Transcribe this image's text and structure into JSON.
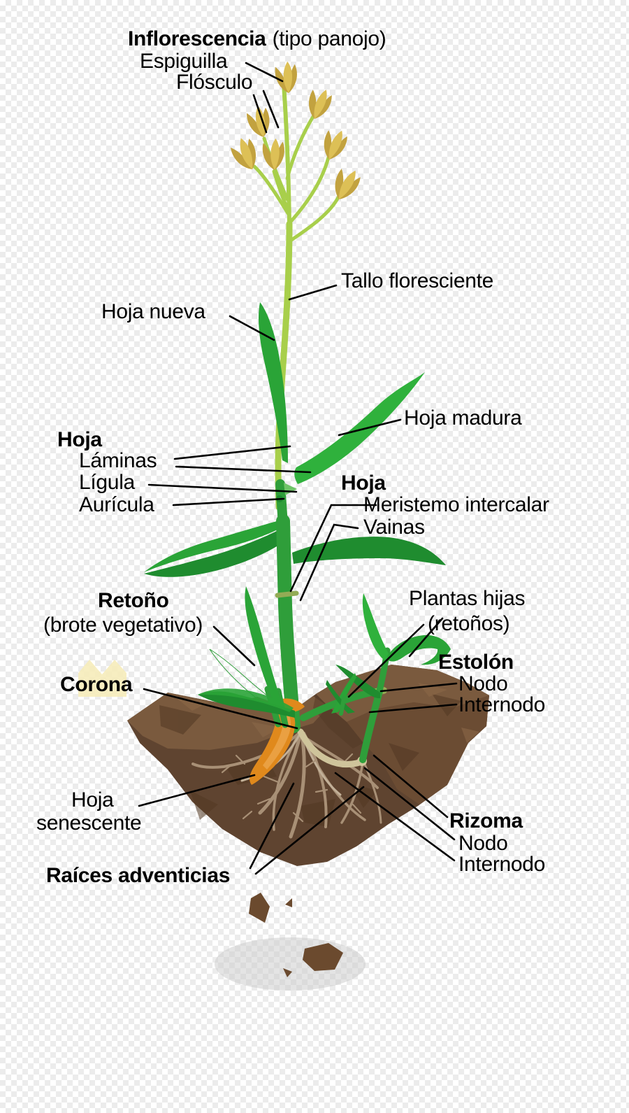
{
  "labels": {
    "inflorescencia": "Inflorescencia",
    "inflorescencia_tipo": "(tipo panojo)",
    "espiguilla": "Espiguilla",
    "flosculo": "Flósculo",
    "tallo_floresciente": "Tallo floresciente",
    "hoja_nueva": "Hoja nueva",
    "hoja_madura": "Hoja madura",
    "hoja_izquierda": "Hoja",
    "laminas": "Láminas",
    "ligula": "Lígula",
    "auricula": "Aurícula",
    "hoja_derecha": "Hoja",
    "meristemo_intercalar": "Meristemo intercalar",
    "vainas": "Vainas",
    "retono": "Retoño",
    "retono_sub": "(brote vegetativo)",
    "plantas_hijas": "Plantas hijas",
    "plantas_hijas_sub": "(retoños)",
    "estolon": "Estolón",
    "estolon_nodo": "Nodo",
    "estolon_internodo": "Internodo",
    "corona": "Corona",
    "hoja_senescente_1": "Hoja",
    "hoja_senescente_2": "senescente",
    "rizoma": "Rizoma",
    "rizoma_nodo": "Nodo",
    "rizoma_internodo": "Internodo",
    "raices_adventicias": "Raíces adventicias"
  },
  "colors": {
    "checker": "#ececec",
    "line": "#000000",
    "text": "#000000",
    "flower_stem": "#a8cf4b",
    "stem": "#2f9e3a",
    "leaf": "#2fb13c",
    "leaf_mid": "#2aa437",
    "leaf_dark": "#1f8c2f",
    "ligule": "#6fc468",
    "node_band": "#93ab55",
    "gold": "#ddc056",
    "gold_dark": "#c2a23f",
    "soil_top": "#7a5a3e",
    "soil_front": "#5f4430",
    "soil_side": "#6b4c33",
    "soil_patch_dark": "#523823",
    "soil_patch_light": "#8a6848",
    "root": "#a89076",
    "root_light": "#c2b098",
    "rhizome": "#cfc49b",
    "orange": "#e0891c",
    "orange_light": "#eba449",
    "crown": "#f6ecba",
    "shadow": "#c9c9c9",
    "crumb": "#6b4a2e"
  }
}
